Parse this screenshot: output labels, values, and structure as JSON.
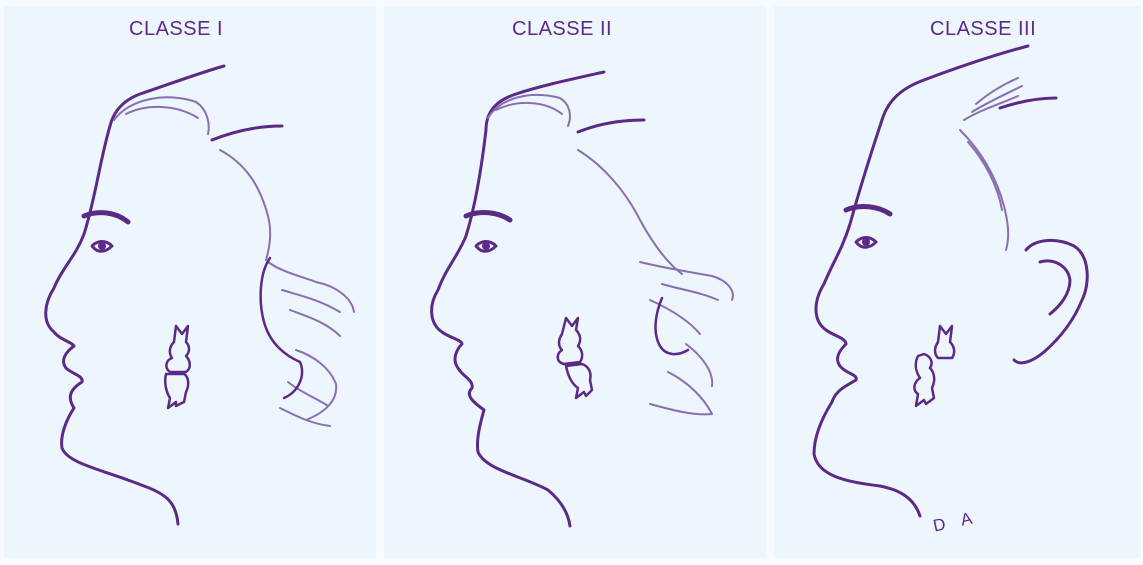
{
  "panels": [
    {
      "label": "CLASSE I"
    },
    {
      "label": "CLASSE II"
    },
    {
      "label": "CLASSE III"
    }
  ],
  "signature": "D A",
  "colors": {
    "ink": "#5b2a86",
    "hair": "#8a6fb0",
    "background": "#eef6fd"
  }
}
